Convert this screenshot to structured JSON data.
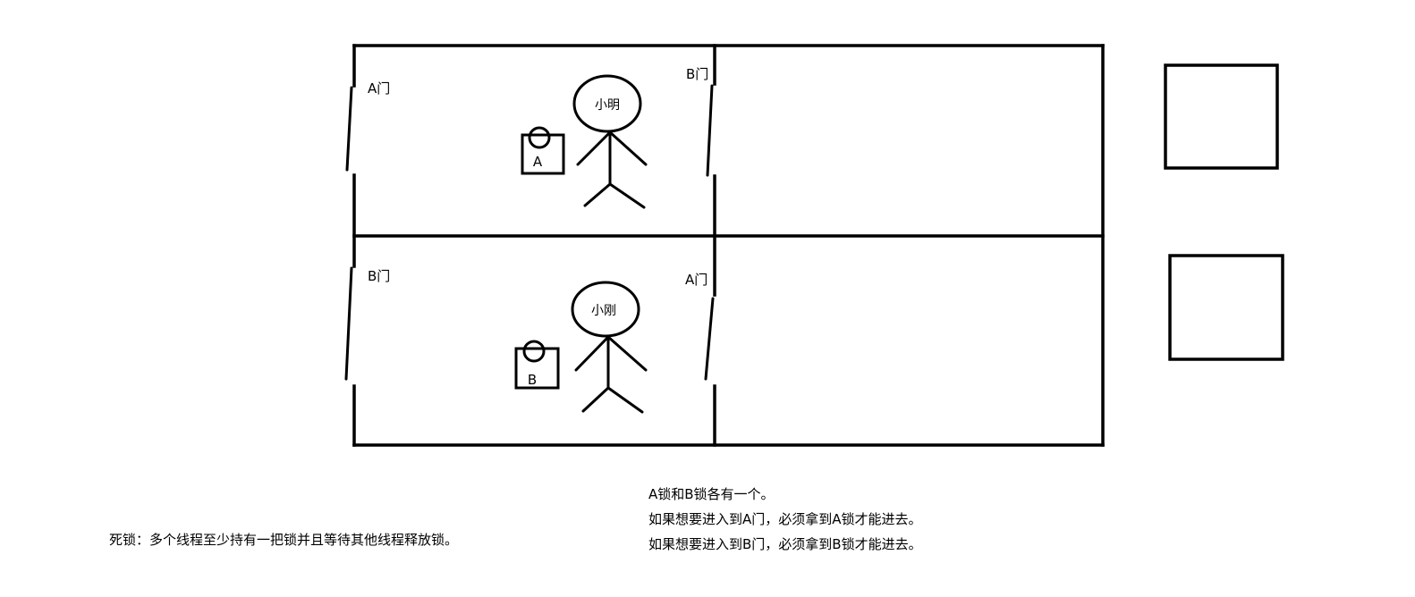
{
  "colors": {
    "stroke": "#000000",
    "background": "#ffffff"
  },
  "top_room": {
    "left_door_label": "A门",
    "right_door_label": "B门",
    "person_name": "小明",
    "lock_label": "A"
  },
  "bottom_room": {
    "left_door_label": "B门",
    "right_door_label": "A门",
    "person_name": "小刚",
    "lock_label": "B"
  },
  "notes": {
    "deadlock_definition": "死锁：多个线程至少持有一把锁并且等待其他线程释放锁。",
    "rules": [
      "A锁和B锁各有一个。",
      "如果想要进入到A门，必须拿到A锁才能进去。",
      "如果想要进入到B门，必须拿到B锁才能进去。"
    ]
  }
}
